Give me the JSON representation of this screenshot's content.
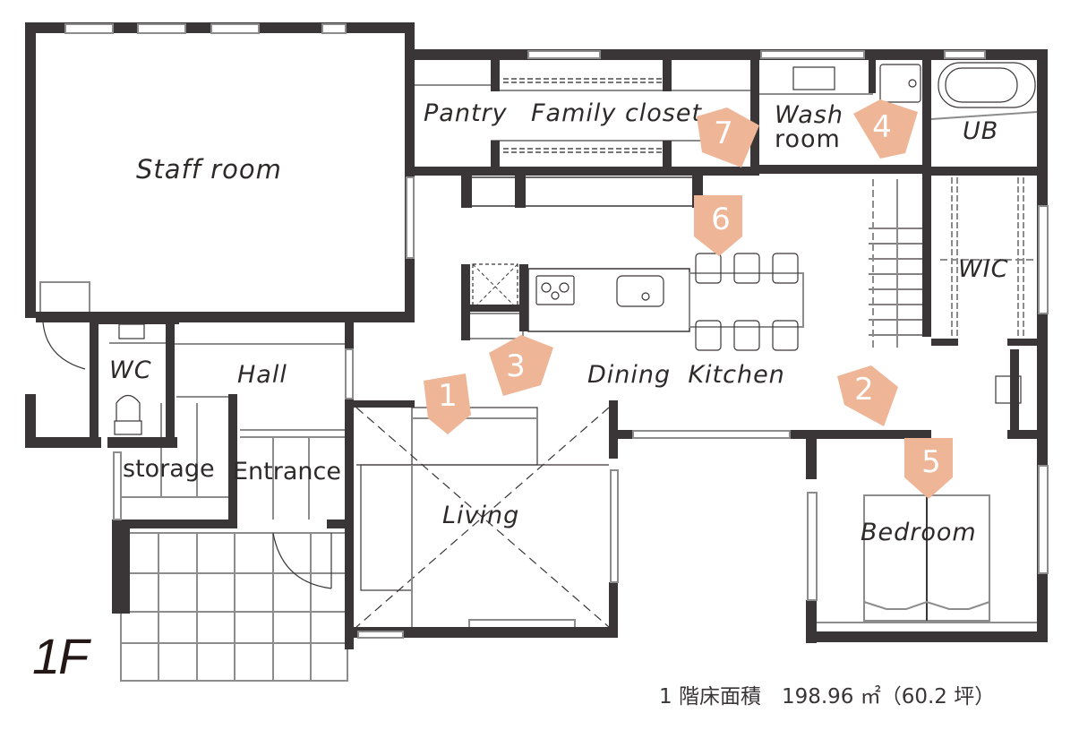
{
  "floor_plan": {
    "floor": "1F",
    "area_note": "1 階床面積　198.96 ㎡（60.2 坪）",
    "colors": {
      "wall": "#3a3536",
      "thin_line": "#8c8c8c",
      "marker_fill": "#eeb596",
      "marker_text": "#ffffff",
      "label_text": "#2e2a2a"
    },
    "rooms": [
      {
        "id": "staff-room",
        "label": "Staff room"
      },
      {
        "id": "pantry",
        "label": "Pantry"
      },
      {
        "id": "family-closet",
        "label": "Family closet"
      },
      {
        "id": "wash-room",
        "label": "Wash room",
        "label_line1": "Wash",
        "label_line2": "room"
      },
      {
        "id": "ub",
        "label": "UB"
      },
      {
        "id": "wic",
        "label": "WIC"
      },
      {
        "id": "wc",
        "label": "WC"
      },
      {
        "id": "hall",
        "label": "Hall"
      },
      {
        "id": "storage",
        "label": "storage"
      },
      {
        "id": "entrance",
        "label": "Entrance"
      },
      {
        "id": "dining-kitchen",
        "label": "Dining  Kitchen"
      },
      {
        "id": "living",
        "label": "Living"
      },
      {
        "id": "bedroom",
        "label": "Bedroom"
      }
    ],
    "view_markers": [
      {
        "number": "1",
        "location": "Living (looking down)"
      },
      {
        "number": "2",
        "location": "Dining Kitchen (east)"
      },
      {
        "number": "3",
        "location": "Kitchen (looking up)"
      },
      {
        "number": "4",
        "location": "Wash room (looking down)"
      },
      {
        "number": "5",
        "location": "Bedroom (looking down)"
      },
      {
        "number": "6",
        "location": "Dining (looking down)"
      },
      {
        "number": "7",
        "location": "Family closet (looking down)"
      }
    ]
  }
}
